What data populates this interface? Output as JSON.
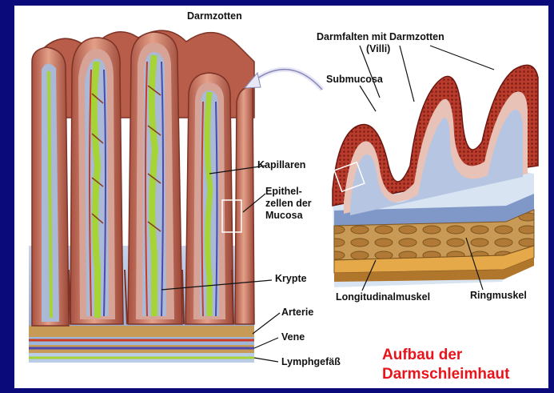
{
  "labels": {
    "darmzotten_top": "Darmzotten",
    "darmfalten": "Darmfalten mit  Darmzotten",
    "villi": "(Villi)",
    "submucosa": "Submucosa",
    "kapillaren": "Kapillaren",
    "epithel_1": "Epithel-",
    "epithel_2": "zellen der",
    "epithel_3": "Mucosa",
    "krypte": "Krypte",
    "arterie": "Arterie",
    "vene": "Vene",
    "lymphgefaess": "Lymphgefäß",
    "longitudinalmuskel": "Longitudinalmuskel",
    "ringmuskel": "Ringmuskel"
  },
  "title": {
    "line1": "Aufbau der",
    "line2": "Darmschleimhaut"
  },
  "colors": {
    "frame": "#0a0a7a",
    "villus_tissue": "#c56a57",
    "villus_highlight": "#e3a089",
    "epithelium": "#d7a396",
    "lamina_blue": "#a9b9d6",
    "lacteal_green": "#a6d436",
    "artery": "#cc3b22",
    "vein": "#4a4ab0",
    "muscle": "#c69449",
    "title_red": "#e8141b"
  }
}
